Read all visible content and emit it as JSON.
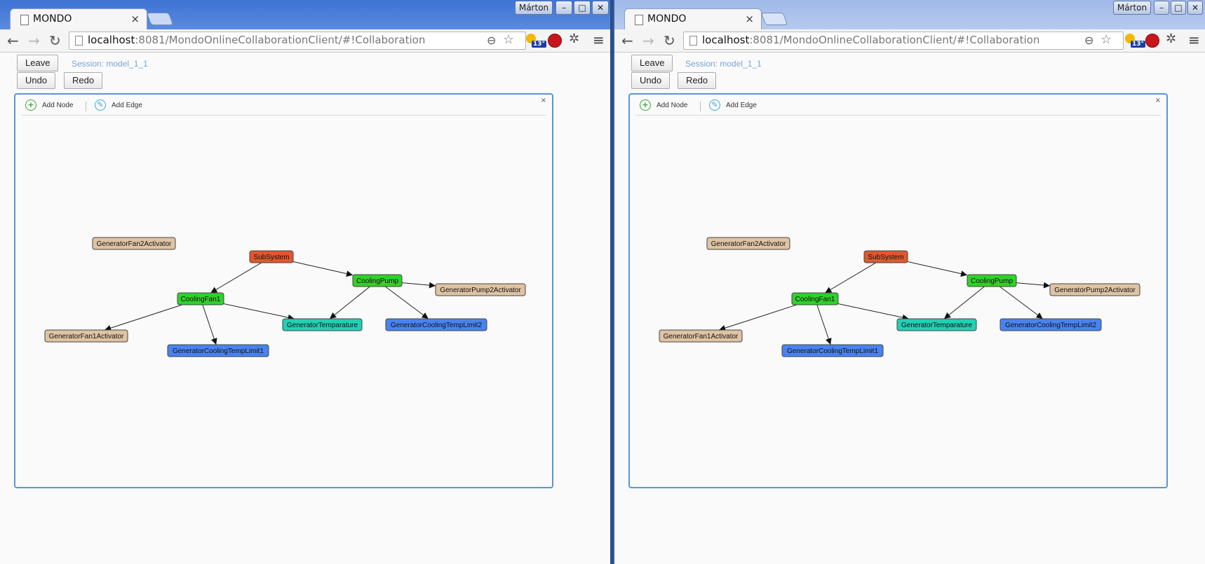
{
  "browser": {
    "tab_title": "MONDO",
    "tab_close": "×",
    "user_label": "Márton",
    "url_host": "localhost",
    "url_rest": ":8081/MondoOnlineCollaborationClient/#!Collaboration",
    "weather_temp": "13°"
  },
  "app": {
    "leave_label": "Leave",
    "undo_label": "Undo",
    "redo_label": "Redo",
    "session_text": "Session: model_1_1",
    "add_node_label": "Add Node",
    "add_edge_label": "Add Edge",
    "panel_close": "×"
  },
  "graph": {
    "nodes": [
      {
        "id": "GeneratorFan2Activator",
        "label": "GeneratorFan2Activator",
        "color": "#dfc3a3"
      },
      {
        "id": "SubSystem",
        "label": "SubSystem",
        "color": "#e25730"
      },
      {
        "id": "CoolingPump",
        "label": "CoolingPump",
        "color": "#2fd12a"
      },
      {
        "id": "GeneratorPump2Activator",
        "label": "GeneratorPump2Activator",
        "color": "#dfc3a3"
      },
      {
        "id": "CoolingFan1",
        "label": "CoolingFan1",
        "color": "#2fd12a"
      },
      {
        "id": "GeneratorTemparature",
        "label": "GeneratorTemparature",
        "color": "#22d0b3"
      },
      {
        "id": "GeneratorCoolingTempLimit2",
        "label": "GeneratorCoolingTempLimit2",
        "color": "#4983f0"
      },
      {
        "id": "GeneratorFan1Activator",
        "label": "GeneratorFan1Activator",
        "color": "#dfc3a3"
      },
      {
        "id": "GeneratorCoolingTempLimit1",
        "label": "GeneratorCoolingTempLimit1",
        "color": "#4983f0"
      }
    ],
    "edges": [
      {
        "from": "SubSystem",
        "to": "CoolingFan1"
      },
      {
        "from": "SubSystem",
        "to": "CoolingPump"
      },
      {
        "from": "CoolingPump",
        "to": "GeneratorPump2Activator"
      },
      {
        "from": "CoolingPump",
        "to": "GeneratorTemparature"
      },
      {
        "from": "CoolingPump",
        "to": "GeneratorCoolingTempLimit2"
      },
      {
        "from": "CoolingFan1",
        "to": "GeneratorFan1Activator"
      },
      {
        "from": "CoolingFan1",
        "to": "GeneratorCoolingTempLimit1"
      },
      {
        "from": "CoolingFan1",
        "to": "GeneratorTemparature"
      }
    ]
  },
  "colors": {
    "panel_border": "#5b95d8",
    "session_text": "#7aa3d8"
  }
}
